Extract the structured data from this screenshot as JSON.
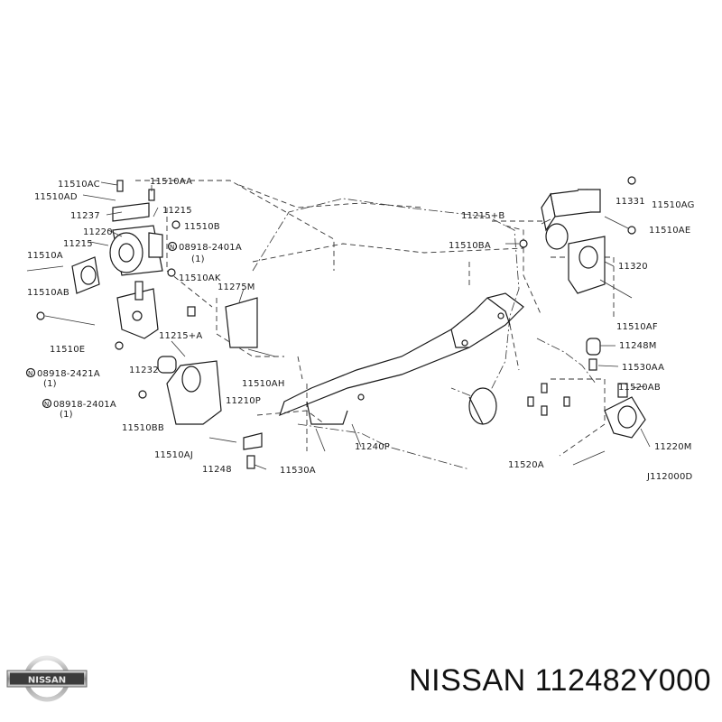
{
  "diagram": {
    "labels": {
      "l11510ac": "11510AC",
      "l11510aa": "11510AA",
      "l11510ad": "11510AD",
      "l11237": "11237",
      "l11215_top": "11215",
      "l11510b": "11510B",
      "l11220": "11220",
      "l11215_left": "11215",
      "l08918_2401a_top": "08918-2401A",
      "l1_top": "(1)",
      "l11510a": "11510A",
      "l11510ak": "11510AK",
      "l11510ab": "11510AB",
      "l11275m": "11275M",
      "l11510e": "11510E",
      "l11215a": "11215+A",
      "l08918_2421a": "08918-2421A",
      "l1_mid": "(1)",
      "l11232": "11232",
      "l11510ah": "11510AH",
      "l08918_2401a_bot": "08918-2401A",
      "l1_bot": "(1)",
      "l11210p": "11210P",
      "l11510bb": "11510BB",
      "l11510aj": "11510AJ",
      "l11248": "11248",
      "l11530a": "11530A",
      "l11240p": "11240P",
      "l11331": "11331",
      "l11510ag": "11510AG",
      "l11215b": "11215+B",
      "l11510ae": "11510AE",
      "l11510ba": "11510BA",
      "l11320": "11320",
      "l11510af": "11510AF",
      "l11248m": "11248M",
      "l11530aa": "11530AA",
      "l11520ab": "11520AB",
      "l11220m": "11220M",
      "l11520a": "11520A",
      "ref_code": "J112000D"
    }
  },
  "footer": {
    "brand_logo_text": "NISSAN",
    "part_number": "NISSAN 112482Y000"
  }
}
